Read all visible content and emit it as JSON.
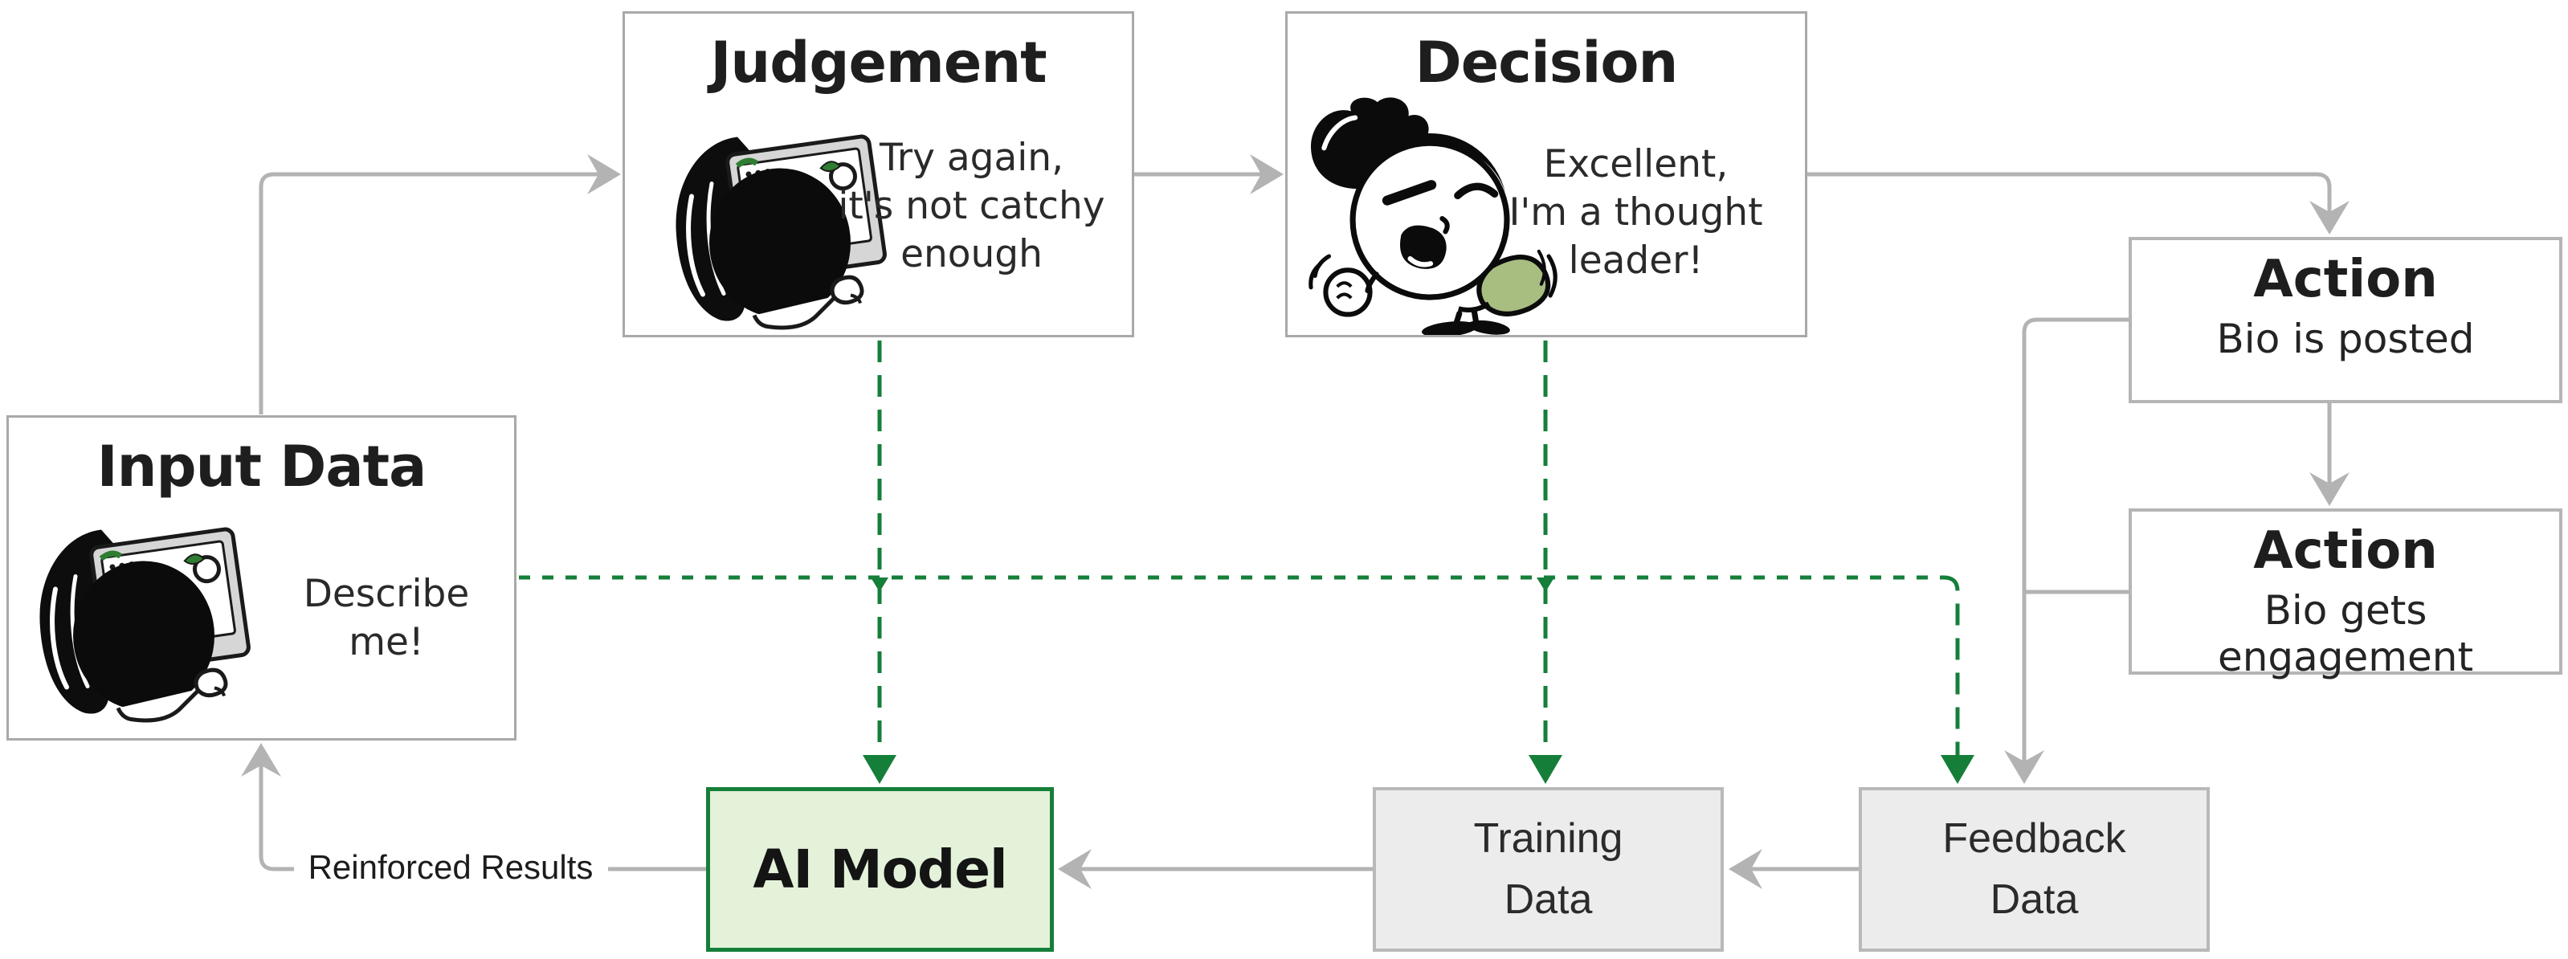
{
  "nodes": {
    "judgement": {
      "title": "Judgement",
      "speech": "Try again,\nit's not catchy\nenough"
    },
    "decision": {
      "title": "Decision",
      "speech": "Excellent,\nI'm a thought\nleader!"
    },
    "input_data": {
      "title": "Input Data",
      "speech": "Describe\nme!"
    },
    "action_bio_posted": {
      "title": "Action",
      "subtitle": "Bio is posted"
    },
    "action_bio_engagement": {
      "title": "Action",
      "subtitle": "Bio gets engagement"
    },
    "ai_model": {
      "title": "AI Model"
    },
    "training_data": {
      "label": "Training\nData"
    },
    "feedback_data": {
      "label": "Feedback\nData"
    }
  },
  "edge_labels": {
    "reinforced_results": "Reinforced Results"
  },
  "illustrations": {
    "judgement": "girl-holding-screen",
    "decision": "girl-winking-fist-pump",
    "input_data": "girl-holding-screen"
  },
  "colors": {
    "connector_gray": "#b3b3b3",
    "flow_green": "#157f3a",
    "ai_model_fill": "#e4f2da",
    "ai_model_border": "#157f3a",
    "data_box_fill": "#ececec",
    "box_border_gray": "#a9a9a9",
    "character_olive": "#a8bd80",
    "text_dark": "#1e1e1e"
  }
}
